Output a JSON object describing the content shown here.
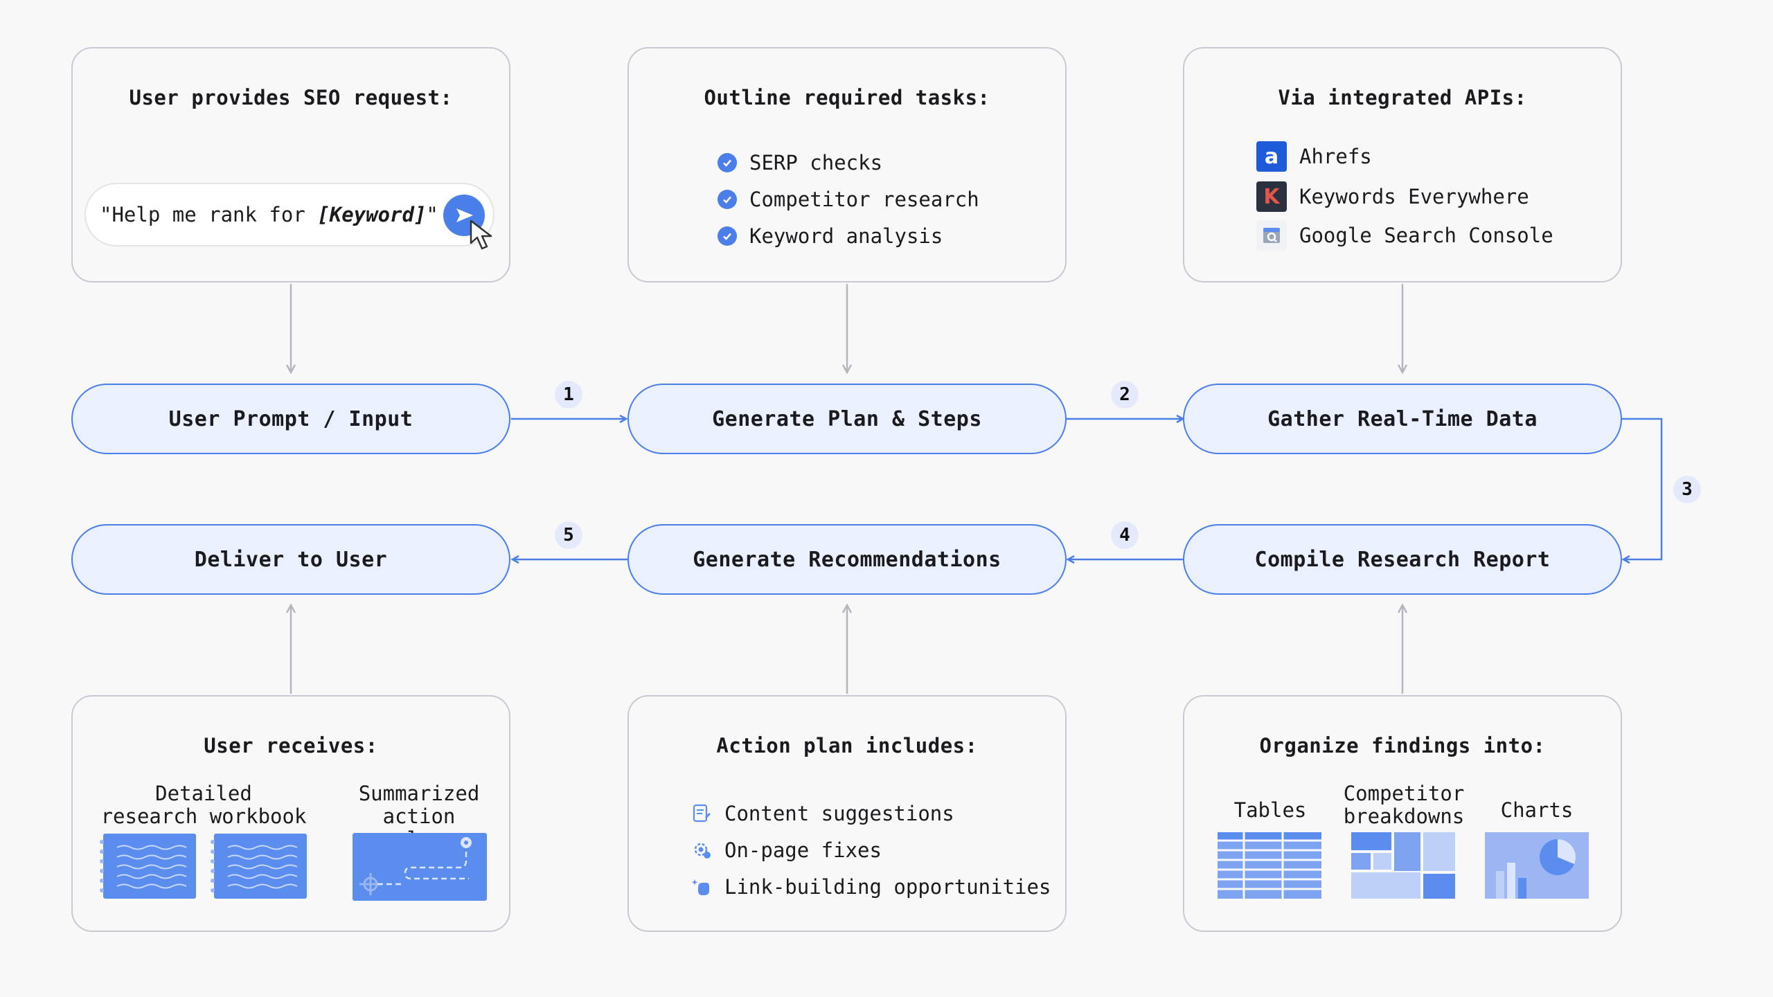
{
  "top_boxes": {
    "input": {
      "title": "User provides SEO request:",
      "prompt_prefix": "\"Help me rank for ",
      "prompt_keyword": "[Keyword]",
      "prompt_suffix": "\"",
      "send_icon": "send-arrow-icon",
      "cursor_icon": "mouse-cursor-icon"
    },
    "tasks": {
      "title": "Outline required tasks:",
      "items": [
        "SERP checks",
        "Competitor research",
        "Keyword analysis"
      ],
      "item_icon": "check-circle-icon"
    },
    "apis": {
      "title": "Via integrated APIs:",
      "items": [
        {
          "label": "Ahrefs",
          "icon": "ahrefs-logo",
          "glyph": "a",
          "color": "#1e5bd8"
        },
        {
          "label": "Keywords Everywhere",
          "icon": "keywords-everywhere-logo",
          "glyph": "K",
          "color": "#2c3140"
        },
        {
          "label": "Google Search Console",
          "icon": "google-search-console-logo",
          "glyph": "",
          "color": "#8a96a8"
        }
      ]
    }
  },
  "steps": {
    "row1": [
      "User Prompt / Input",
      "Generate Plan & Steps",
      "Gather Real-Time Data"
    ],
    "row2": [
      "Deliver to User",
      "Generate Recommendations",
      "Compile Research Report"
    ],
    "badges": [
      "1",
      "2",
      "3",
      "4",
      "5"
    ]
  },
  "bottom_boxes": {
    "deliver": {
      "title": "User receives:",
      "items": [
        {
          "label": "Detailed\nresearch workbook",
          "icon": "notebook-icon"
        },
        {
          "label": "Summarized\naction plan",
          "icon": "route-map-icon"
        }
      ]
    },
    "action": {
      "title": "Action plan includes:",
      "items": [
        {
          "label": "Content suggestions",
          "icon": "document-edit-icon"
        },
        {
          "label": "On-page fixes",
          "icon": "gear-fix-icon"
        },
        {
          "label": "Link-building opportunities",
          "icon": "sparkle-hand-icon"
        }
      ]
    },
    "organize": {
      "title": "Organize findings into:",
      "items": [
        {
          "label": "Tables",
          "icon": "table-icon"
        },
        {
          "label": "Competitor\nbreakdowns",
          "icon": "treemap-icon"
        },
        {
          "label": "Charts",
          "icon": "chart-icon"
        }
      ]
    }
  },
  "colors": {
    "accent": "#4a7ee8",
    "pill_fill": "#eaf0fd",
    "badge_fill": "#e4eafb",
    "border": "#c9c9d3",
    "connector": "#b5b5c0",
    "icon_blue": "#5b8def"
  }
}
